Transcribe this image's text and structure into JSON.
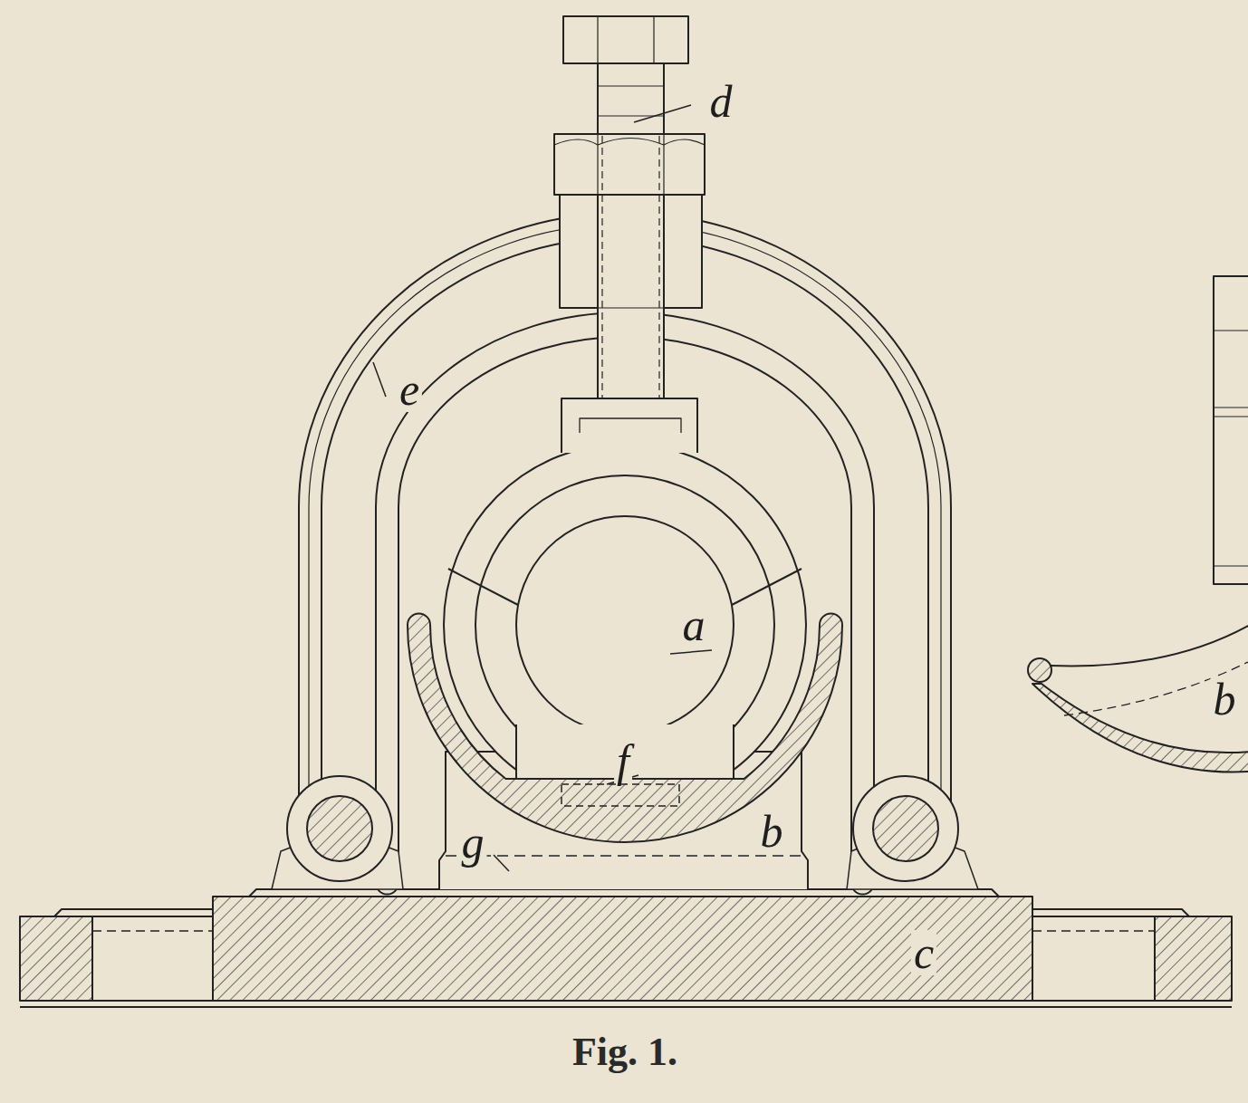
{
  "diagram": {
    "caption": "Fig. 1.",
    "labels": [
      "d",
      "e",
      "a",
      "f",
      "g",
      "b",
      "c",
      "b"
    ]
  }
}
